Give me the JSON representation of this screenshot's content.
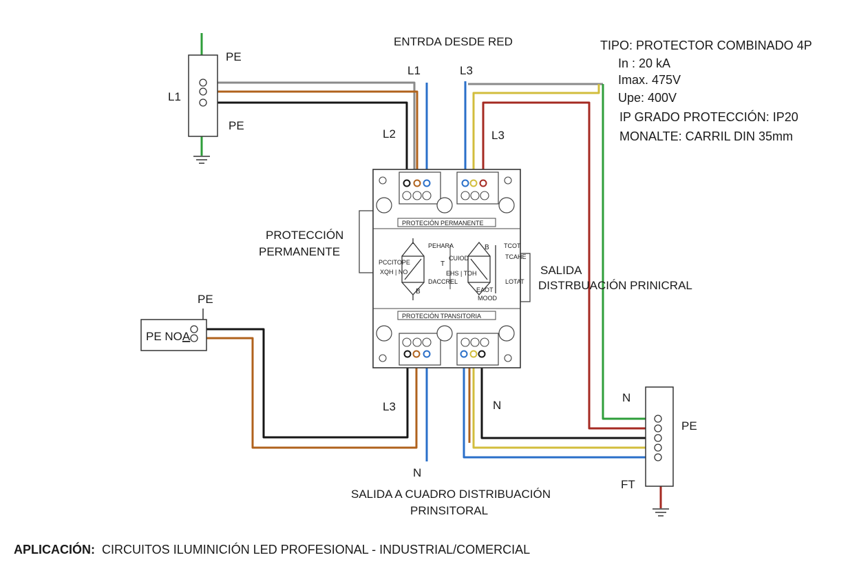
{
  "colors": {
    "green": "#2e9e3a",
    "grey": "#8a8a8a",
    "brown": "#b0621c",
    "black": "#161616",
    "blue": "#2a6fc9",
    "yellow": "#d2bd3c",
    "red": "#a52a22"
  },
  "top": {
    "entry_title": "ENTRDA DESDE RED",
    "l1": "L1",
    "l3": "L3",
    "l2": "L2",
    "l3_b": "L3"
  },
  "specs": {
    "tipo": "TIPO: PROTECTOR COMBINADO 4P",
    "in": "In :  20 kA",
    "imax": "Imax. 475V",
    "upe": "Upe: 400V",
    "ip": "IP GRADO PROTECCIÓN: IP20",
    "montaje": "MONALTE: CARRIL DIN 35mm"
  },
  "input_block": {
    "pe_top": "PE",
    "pe_bottom": "PE",
    "l1": "L1"
  },
  "device": {
    "top_band": "PROTECIÓN PERMANENTE",
    "bottom_band": "PROTECIÓN TPANSITORIA",
    "left_text_1": "PCCITOPE",
    "left_text_2": "XQH | NO",
    "left_text_3": "DACCREL",
    "left_text_4": "PEHARA",
    "center_mark": "T",
    "center_text_1": "CUIOD",
    "center_text_2": "EHS | TOH",
    "right_text_1": "TCOT",
    "right_text_2": "TCAHE",
    "right_text_3": "LOTAT",
    "right_text_4": "MOOD",
    "right_text_5": "EAOT",
    "b_label": "B"
  },
  "side_labels": {
    "protection_1": "PROTECCIÓN",
    "protection_2": "PERMANENTE",
    "salida_1": "SALIDA",
    "salida_2": "DISTRBUACIÓN PRINICRAL"
  },
  "pe_box": {
    "pe": "PE",
    "label": "PE NO",
    "label_a": "A"
  },
  "bottom": {
    "l3": "L3",
    "n_left": "N",
    "n_right": "N",
    "output_1": "SALIDA A CUADRO DISTRIBUACIÓN",
    "output_2": "PRINSITORAL"
  },
  "right_block": {
    "n": "N",
    "pe": "PE",
    "ft": "FT"
  },
  "footer": {
    "label": "APLICACIÓN:",
    "text": "CIRCUITOS ILUMINICIÓN LED PROFESIONAL - INDUSTRIAL/COMERCIAL"
  }
}
